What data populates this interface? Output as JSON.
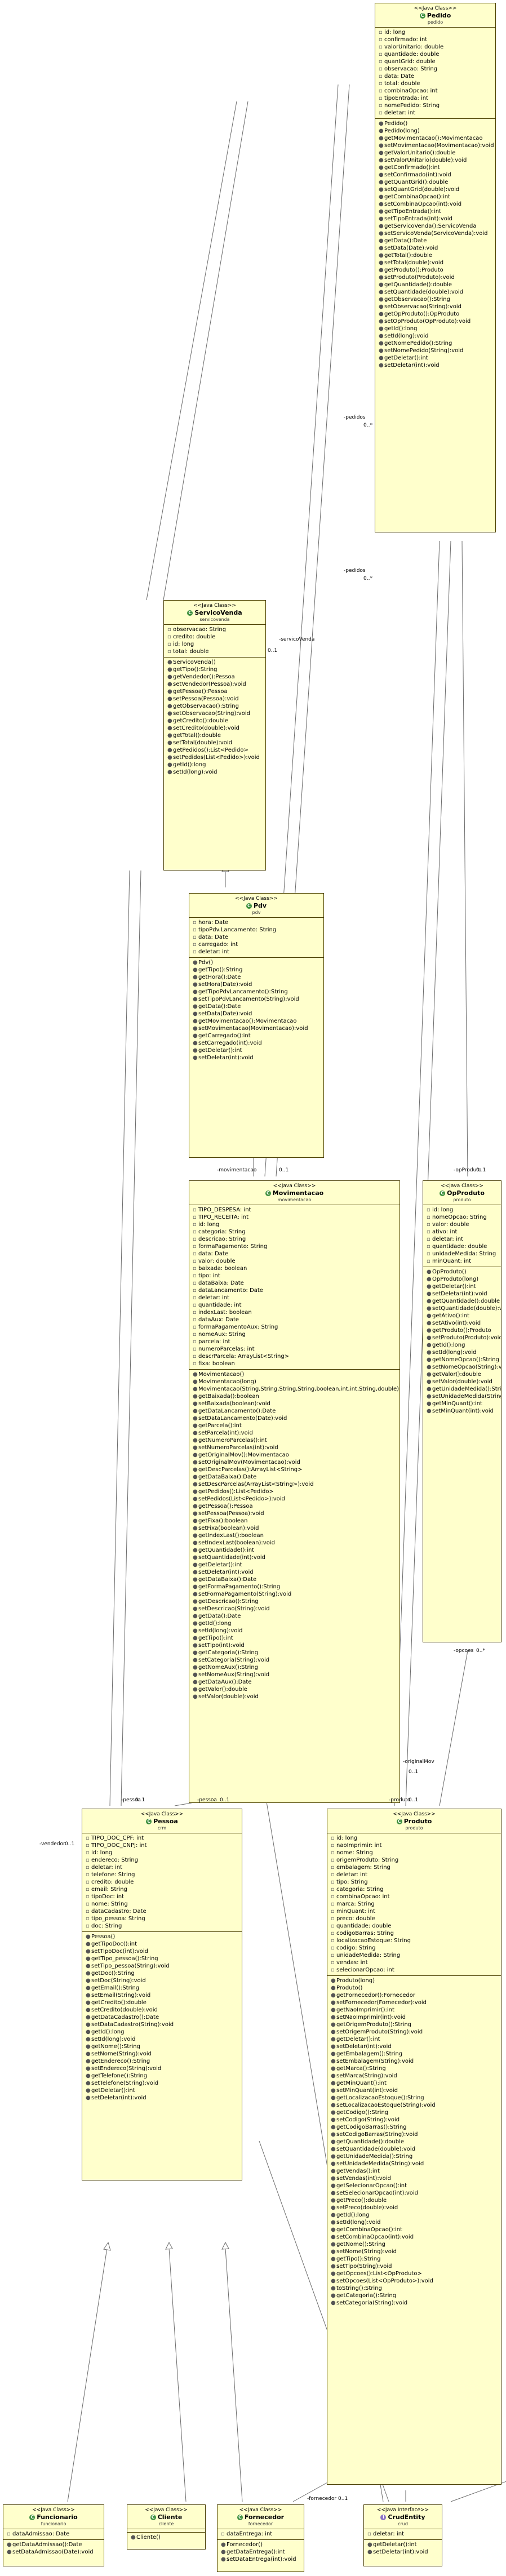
{
  "classes": {
    "pedido": {
      "stereotype": "<<Java Class>>",
      "name": "Pedido",
      "package": "pedido",
      "attributes": [
        "id: long",
        "confirmado: int",
        "valorUnitario: double",
        "quantidade: double",
        "quantGrid: double",
        "observacao: String",
        "data: Date",
        "total: double",
        "combinaOpcao: int",
        "tipoEntrada: int",
        "nomePedido: String",
        "deletar: int"
      ],
      "methods": [
        "Pedido()",
        "Pedido(long)",
        "getMovimentacao():Movimentacao",
        "setMovimentacao(Movimentacao):void",
        "getValorUnitario():double",
        "setValorUnitario(double):void",
        "getConfirmado():int",
        "setConfirmado(int):void",
        "getQuantGrid():double",
        "setQuantGrid(double):void",
        "getCombinaOpcao():int",
        "setCombinaOpcao(int):void",
        "getTipoEntrada():int",
        "setTipoEntrada(int):void",
        "getServicoVenda():ServicoVenda",
        "setServicoVenda(ServicoVenda):void",
        "getData():Date",
        "setData(Date):void",
        "getTotal():double",
        "setTotal(double):void",
        "getProduto():Produto",
        "setProduto(Produto):void",
        "getQuantidade():double",
        "setQuantidade(double):void",
        "getObservacao():String",
        "setObservacao(String):void",
        "getOpProduto():OpProduto",
        "setOpProduto(OpProduto):void",
        "getId():long",
        "setId(long):void",
        "getNomePedido():String",
        "setNomePedido(String):void",
        "getDeletar():int",
        "setDeletar(int):void"
      ]
    },
    "servicovenda": {
      "stereotype": "<<Java Class>>",
      "name": "ServicoVenda",
      "package": "servicovenda",
      "attributes": [
        "observacao: String",
        "credito: double",
        "id: long",
        "total: double"
      ],
      "methods": [
        "ServicoVenda()",
        "getTipo():String",
        "getVendedor():Pessoa",
        "setVendedor(Pessoa):void",
        "getPessoa():Pessoa",
        "setPessoa(Pessoa):void",
        "getObservacao():String",
        "setObservacao(String):void",
        "getCredito():double",
        "setCredito(double):void",
        "getTotal():double",
        "setTotal(double):void",
        "getPedidos():List<Pedido>",
        "setPedidos(List<Pedido>):void",
        "getId():long",
        "setId(long):void"
      ]
    },
    "pdv": {
      "stereotype": "<<Java Class>>",
      "name": "Pdv",
      "package": "pdv",
      "attributes": [
        "hora: Date",
        "tipoPdv.Lancamento: String",
        "data: Date",
        "carregado: int",
        "deletar: int"
      ],
      "methods": [
        "Pdv()",
        "getTipo():String",
        "getHora():Date",
        "setHora(Date):void",
        "getTipoPdvLancamento():String",
        "setTipoPdvLancamento(String):void",
        "getData():Date",
        "setData(Date):void",
        "getMovimentacao():Movimentacao",
        "setMovimentacao(Movimentacao):void",
        "getCarregado():int",
        "setCarregado(int):void",
        "getDeletar():int",
        "setDeletar(int):void"
      ]
    },
    "movimentacao": {
      "stereotype": "<<Java Class>>",
      "name": "Movimentacao",
      "package": "movimentacao",
      "attributes": [
        "TIPO_DESPESA: int",
        "TIPO_RECEITA: int",
        "id: long",
        "categoria: String",
        "descricao: String",
        "formaPagamento: String",
        "data: Date",
        "valor: double",
        "baixada: boolean",
        "tipo: int",
        "dataBaixa: Date",
        "dataLancamento: Date",
        "deletar: int",
        "quantidade: int",
        "indexLast: boolean",
        "dataAux: Date",
        "formaPagamentoAux: String",
        "nomeAux: String",
        "parcela: int",
        "numeroParcelas: int",
        "descrParcela: ArrayList<String>",
        "fixa: boolean"
      ],
      "methods": [
        "Movimentacao()",
        "Movimentacao(long)",
        "Movimentacao(String,String,String,String,boolean,int,int,String,double)",
        "getBaixada():boolean",
        "setBaixada(boolean):void",
        "getDataLancamento():Date",
        "setDataLancamento(Date):void",
        "getParcela():int",
        "setParcela(int):void",
        "getNumeroParcelas():int",
        "setNumeroParcelas(int):void",
        "getOriginalMov():Movimentacao",
        "setOriginalMov(Movimentacao):void",
        "getDescParcelas():ArrayList<String>",
        "getDataBaixa():Date",
        "setDescParcelas(ArrayList<String>):void",
        "getPedidos():List<Pedido>",
        "setPedidos(List<Pedido>):void",
        "getPessoa():Pessoa",
        "setPessoa(Pessoa):void",
        "getFixa():boolean",
        "setFixa(boolean):void",
        "getIndexLast():boolean",
        "setIndexLast(boolean):void",
        "getQuantidade():int",
        "setQuantidade(int):void",
        "getDeletar():int",
        "setDeletar(int):void",
        "getDataBaixa():Date",
        "getFormaPagamento():String",
        "setFormaPagamento(String):void",
        "getDescricao():String",
        "setDescricao(String):void",
        "getData():Date",
        "getId():long",
        "setId(long):void",
        "getTipo():int",
        "setTipo(int):void",
        "getCategoria():String",
        "setCategoria(String):void",
        "getNomeAux():String",
        "setNomeAux(String):void",
        "getDataAux():Date",
        "getValor():double",
        "setValor(double):void"
      ]
    },
    "opproduto": {
      "stereotype": "<<Java Class>>",
      "name": "OpProduto",
      "package": "produto",
      "attributes": [
        "id: long",
        "nomeOpcao: String",
        "valor: double",
        "ativo: int",
        "deletar: int",
        "quantidade: double",
        "unidadeMedida: String",
        "minQuant: int"
      ],
      "methods": [
        "OpProduto()",
        "OpProduto(long)",
        "getDeletar():int",
        "setDeletar(int):void",
        "getQuantidade():double",
        "setQuantidade(double):void",
        "getAtivo():int",
        "setAtivo(int):void",
        "getProduto():Produto",
        "setProduto(Produto):void",
        "getId():long",
        "setId(long):void",
        "getNomeOpcao():String",
        "setNomeOpcao(String):void",
        "getValor():double",
        "setValor(double):void",
        "getUnidadeMedida():String",
        "setUnidadeMedida(String):void",
        "getMinQuant():int",
        "setMinQuant(int):void"
      ]
    },
    "pessoa": {
      "stereotype": "<<Java Class>>",
      "name": "Pessoa",
      "package": "crm",
      "attributes": [
        "TIPO_DOC_CPF: int",
        "TIPO_DOC_CNPJ: int",
        "id: long",
        "endereco: String",
        "deletar: int",
        "telefone: String",
        "credito: double",
        "email: String",
        "tipoDoc: int",
        "nome: String",
        "dataCadastro: Date",
        "tipo_pessoa: String",
        "doc: String"
      ],
      "methods": [
        "Pessoa()",
        "getTipoDoc():int",
        "setTipoDoc(int):void",
        "getTipo_pessoa():String",
        "setTipo_pessoa(String):void",
        "getDoc():String",
        "setDoc(String):void",
        "getEmail():String",
        "setEmail(String):void",
        "getCredito():double",
        "setCredito(double):void",
        "getDataCadastro():Date",
        "setDataCadastro(String):void",
        "getId():long",
        "setId(long):void",
        "getNome():String",
        "setNome(String):void",
        "getEndereco():String",
        "setEndereco(String):void",
        "getTelefone():String",
        "setTelefone(String):void",
        "getDeletar():int",
        "setDeletar(int):void"
      ]
    },
    "produto": {
      "stereotype": "<<Java Class>>",
      "name": "Produto",
      "package": "produto",
      "attributes": [
        "id: long",
        "naoImprimir: int",
        "nome: String",
        "origemProduto: String",
        "embalagem: String",
        "deletar: int",
        "tipo: String",
        "categoria: String",
        "combinaOpcao: int",
        "marca: String",
        "minQuant: int",
        "preco: double",
        "quantidade: double",
        "codigoBarras: String",
        "localizacaoEstoque: String",
        "codigo: String",
        "unidadeMedida: String",
        "vendas: int",
        "selecionarOpcao: int"
      ],
      "methods": [
        "Produto(long)",
        "Produto()",
        "getFornecedor():Fornecedor",
        "setFornecedor(Fornecedor):void",
        "getNaoImprimir():int",
        "setNaoImprimir(int):void",
        "getOrigemProduto():String",
        "setOrigemProduto(String):void",
        "getDeletar():int",
        "setDeletar(int):void",
        "getEmbalagem():String",
        "setEmbalagem(String):void",
        "getMarca():String",
        "setMarca(String):void",
        "getMinQuant():int",
        "setMinQuant(int):void",
        "getLocalizacaoEstoque():String",
        "setLocalizacaoEstoque(String):void",
        "getCodigo():String",
        "setCodigo(String):void",
        "getCodigoBarras():String",
        "setCodigoBarras(String):void",
        "getQuantidade():double",
        "setQuantidade(double):void",
        "getUnidadeMedida():String",
        "setUnidadeMedida(String):void",
        "getVendas():int",
        "setVendas(int):void",
        "getSelecionarOpcao():int",
        "setSelecionarOpcao(int):void",
        "getPreco():double",
        "setPreco(double):void",
        "getId():long",
        "setId(long):void",
        "getCombinaOpcao():int",
        "setCombinaOpcao(int):void",
        "getNome():String",
        "setNome(String):void",
        "getTipo():String",
        "setTipo(String):void",
        "getOpcoes():List<OpProduto>",
        "setOpcoes(List<OpProduto>):void",
        "toString():String",
        "getCategoria():String",
        "setCategoria(String):void"
      ]
    },
    "funcionario": {
      "stereotype": "<<Java Class>>",
      "name": "Funcionario",
      "package": "funcionario",
      "attributes": [
        "dataAdmissao: Date"
      ],
      "methods": [
        "getDataAdmissao():Date",
        "setDataAdmissao(Date):void"
      ]
    },
    "cliente": {
      "stereotype": "<<Java Class>>",
      "name": "Cliente",
      "package": "cliente",
      "attributes": [],
      "methods": [
        "Cliente()"
      ]
    },
    "fornecedor": {
      "stereotype": "<<Java Class>>",
      "name": "Fornecedor",
      "package": "fornecedor",
      "attributes": [
        "dataEntrega: int"
      ],
      "methods": [
        "Fornecedor()",
        "getDataEntrega():int",
        "setDataEntrega(int):void"
      ]
    },
    "crudentity": {
      "stereotype": "<<Java Interface>>",
      "name": "CrudEntity",
      "package": "crud",
      "attributes": [
        "deletar: int"
      ],
      "methods": [
        "getDeletar():int",
        "setDeletar(int):void"
      ]
    }
  },
  "edge_labels": {
    "pedidos_sv": "-pedidos",
    "servico_venda": "-servicoVenda",
    "pedidos_mov": "-pedidos",
    "produto": "-produto",
    "op_produto": "-opProduto",
    "movimentacao": "-movimentacao",
    "original_mov": "-originalMov",
    "opcoes": "-opcoes",
    "pessoa": "-pessoa",
    "vendedor": "-vendedor",
    "pessoa2": "-pessoa",
    "fornecedor": "-fornecedor",
    "mult_0_1": "0..1",
    "mult_0_star": "0..*"
  }
}
